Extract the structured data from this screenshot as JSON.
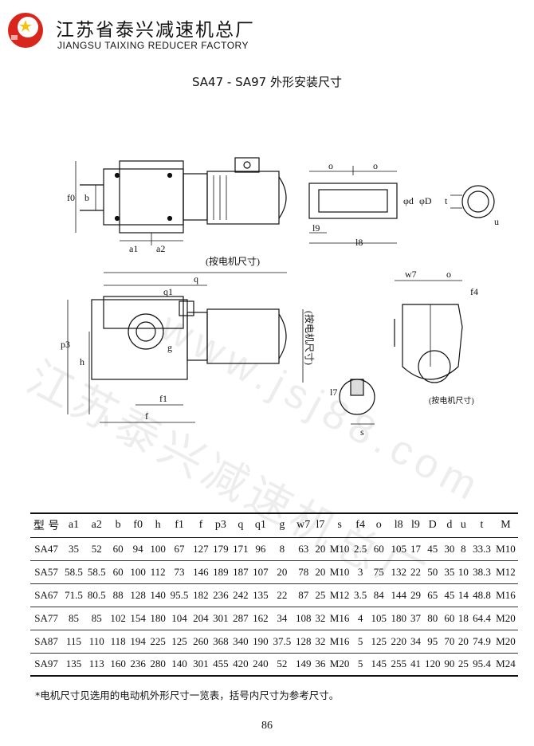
{
  "header": {
    "company_cn": "江苏省泰兴减速机总厂",
    "company_en": "JIANGSU TAIXING REDUCER FACTORY"
  },
  "title": "SA47 - SA97 外形安装尺寸",
  "watermark": {
    "cn": "江苏泰兴减速机总厂",
    "url": "www.jsj88.com"
  },
  "drawing_labels": {
    "f0": "f0",
    "b": "b",
    "a1": "a1",
    "a2": "a2",
    "o_shaft_1": "o",
    "o_shaft_2": "o",
    "l9": "l9",
    "l8": "l8",
    "d": "φd",
    "D": "φD",
    "t": "t",
    "u": "u",
    "motor_dim": "(按电机尺寸)",
    "q": "q",
    "q1": "q1",
    "p3": "p3",
    "h": "h",
    "g": "g",
    "f1": "f1",
    "f": "f",
    "motor_dim_vertical": "(按电机尺寸)",
    "w7": "w7",
    "o_side": "o",
    "f4": "f4",
    "l7": "l7",
    "s": "s",
    "motor_dim_side": "(按电机尺寸)"
  },
  "table": {
    "headers": [
      "型 号",
      "a1",
      "a2",
      "b",
      "f0",
      "h",
      "f1",
      "f",
      "p3",
      "q",
      "q1",
      "g",
      "w7",
      "l7",
      "s",
      "f4",
      "o",
      "l8",
      "l9",
      "D",
      "d",
      "u",
      "t",
      "M"
    ],
    "rows": [
      [
        "SA47",
        "35",
        "52",
        "60",
        "94",
        "100",
        "67",
        "127",
        "179",
        "171",
        "96",
        "8",
        "63",
        "20",
        "M10",
        "2.5",
        "60",
        "105",
        "17",
        "45",
        "30",
        "8",
        "33.3",
        "M10"
      ],
      [
        "SA57",
        "58.5",
        "58.5",
        "60",
        "100",
        "112",
        "73",
        "146",
        "189",
        "187",
        "107",
        "20",
        "78",
        "20",
        "M10",
        "3",
        "75",
        "132",
        "22",
        "50",
        "35",
        "10",
        "38.3",
        "M12"
      ],
      [
        "SA67",
        "71.5",
        "80.5",
        "88",
        "128",
        "140",
        "95.5",
        "182",
        "236",
        "242",
        "135",
        "22",
        "87",
        "25",
        "M12",
        "3.5",
        "84",
        "144",
        "29",
        "65",
        "45",
        "14",
        "48.8",
        "M16"
      ],
      [
        "SA77",
        "85",
        "85",
        "102",
        "154",
        "180",
        "104",
        "204",
        "301",
        "287",
        "162",
        "34",
        "108",
        "32",
        "M16",
        "4",
        "105",
        "180",
        "37",
        "80",
        "60",
        "18",
        "64.4",
        "M20"
      ],
      [
        "SA87",
        "115",
        "110",
        "118",
        "194",
        "225",
        "125",
        "260",
        "368",
        "340",
        "190",
        "37.5",
        "128",
        "32",
        "M16",
        "5",
        "125",
        "220",
        "34",
        "95",
        "70",
        "20",
        "74.9",
        "M20"
      ],
      [
        "SA97",
        "135",
        "113",
        "160",
        "236",
        "280",
        "140",
        "301",
        "455",
        "420",
        "240",
        "52",
        "149",
        "36",
        "M20",
        "5",
        "145",
        "255",
        "41",
        "120",
        "90",
        "25",
        "95.4",
        "M24"
      ]
    ]
  },
  "note": "*电机尺寸见选用的电动机外形尺寸一览表，括号内尺寸为参考尺寸。",
  "page_number": "86"
}
